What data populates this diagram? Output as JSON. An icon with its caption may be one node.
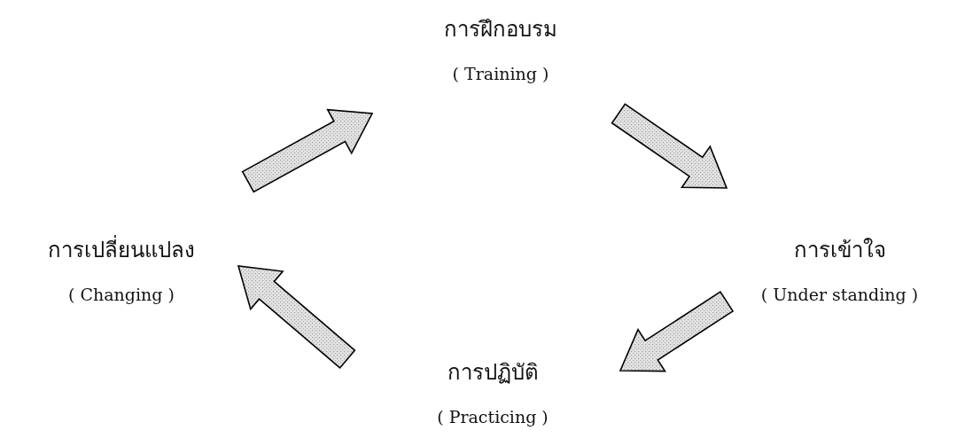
{
  "diagram": {
    "nodes": [
      {
        "text": [
          "การฝึกอบรม",
          "( Training )"
        ]
      },
      {
        "text": [
          "การเปลี่ยนแปลง",
          "( Changing )"
        ]
      },
      {
        "text": [
          "การเข้าใจ",
          "( Under standing )"
        ]
      },
      {
        "text": [
          "การปฏิบัติ",
          "( Practicing )"
        ]
      }
    ],
    "edges": [
      {
        "from": 1,
        "to": 0,
        "arrow": "to"
      },
      {
        "from": 0,
        "to": 2,
        "arrow": "to"
      },
      {
        "from": 2,
        "to": 3,
        "arrow": "to"
      },
      {
        "from": 3,
        "to": 1,
        "arrow": "to"
      }
    ]
  }
}
